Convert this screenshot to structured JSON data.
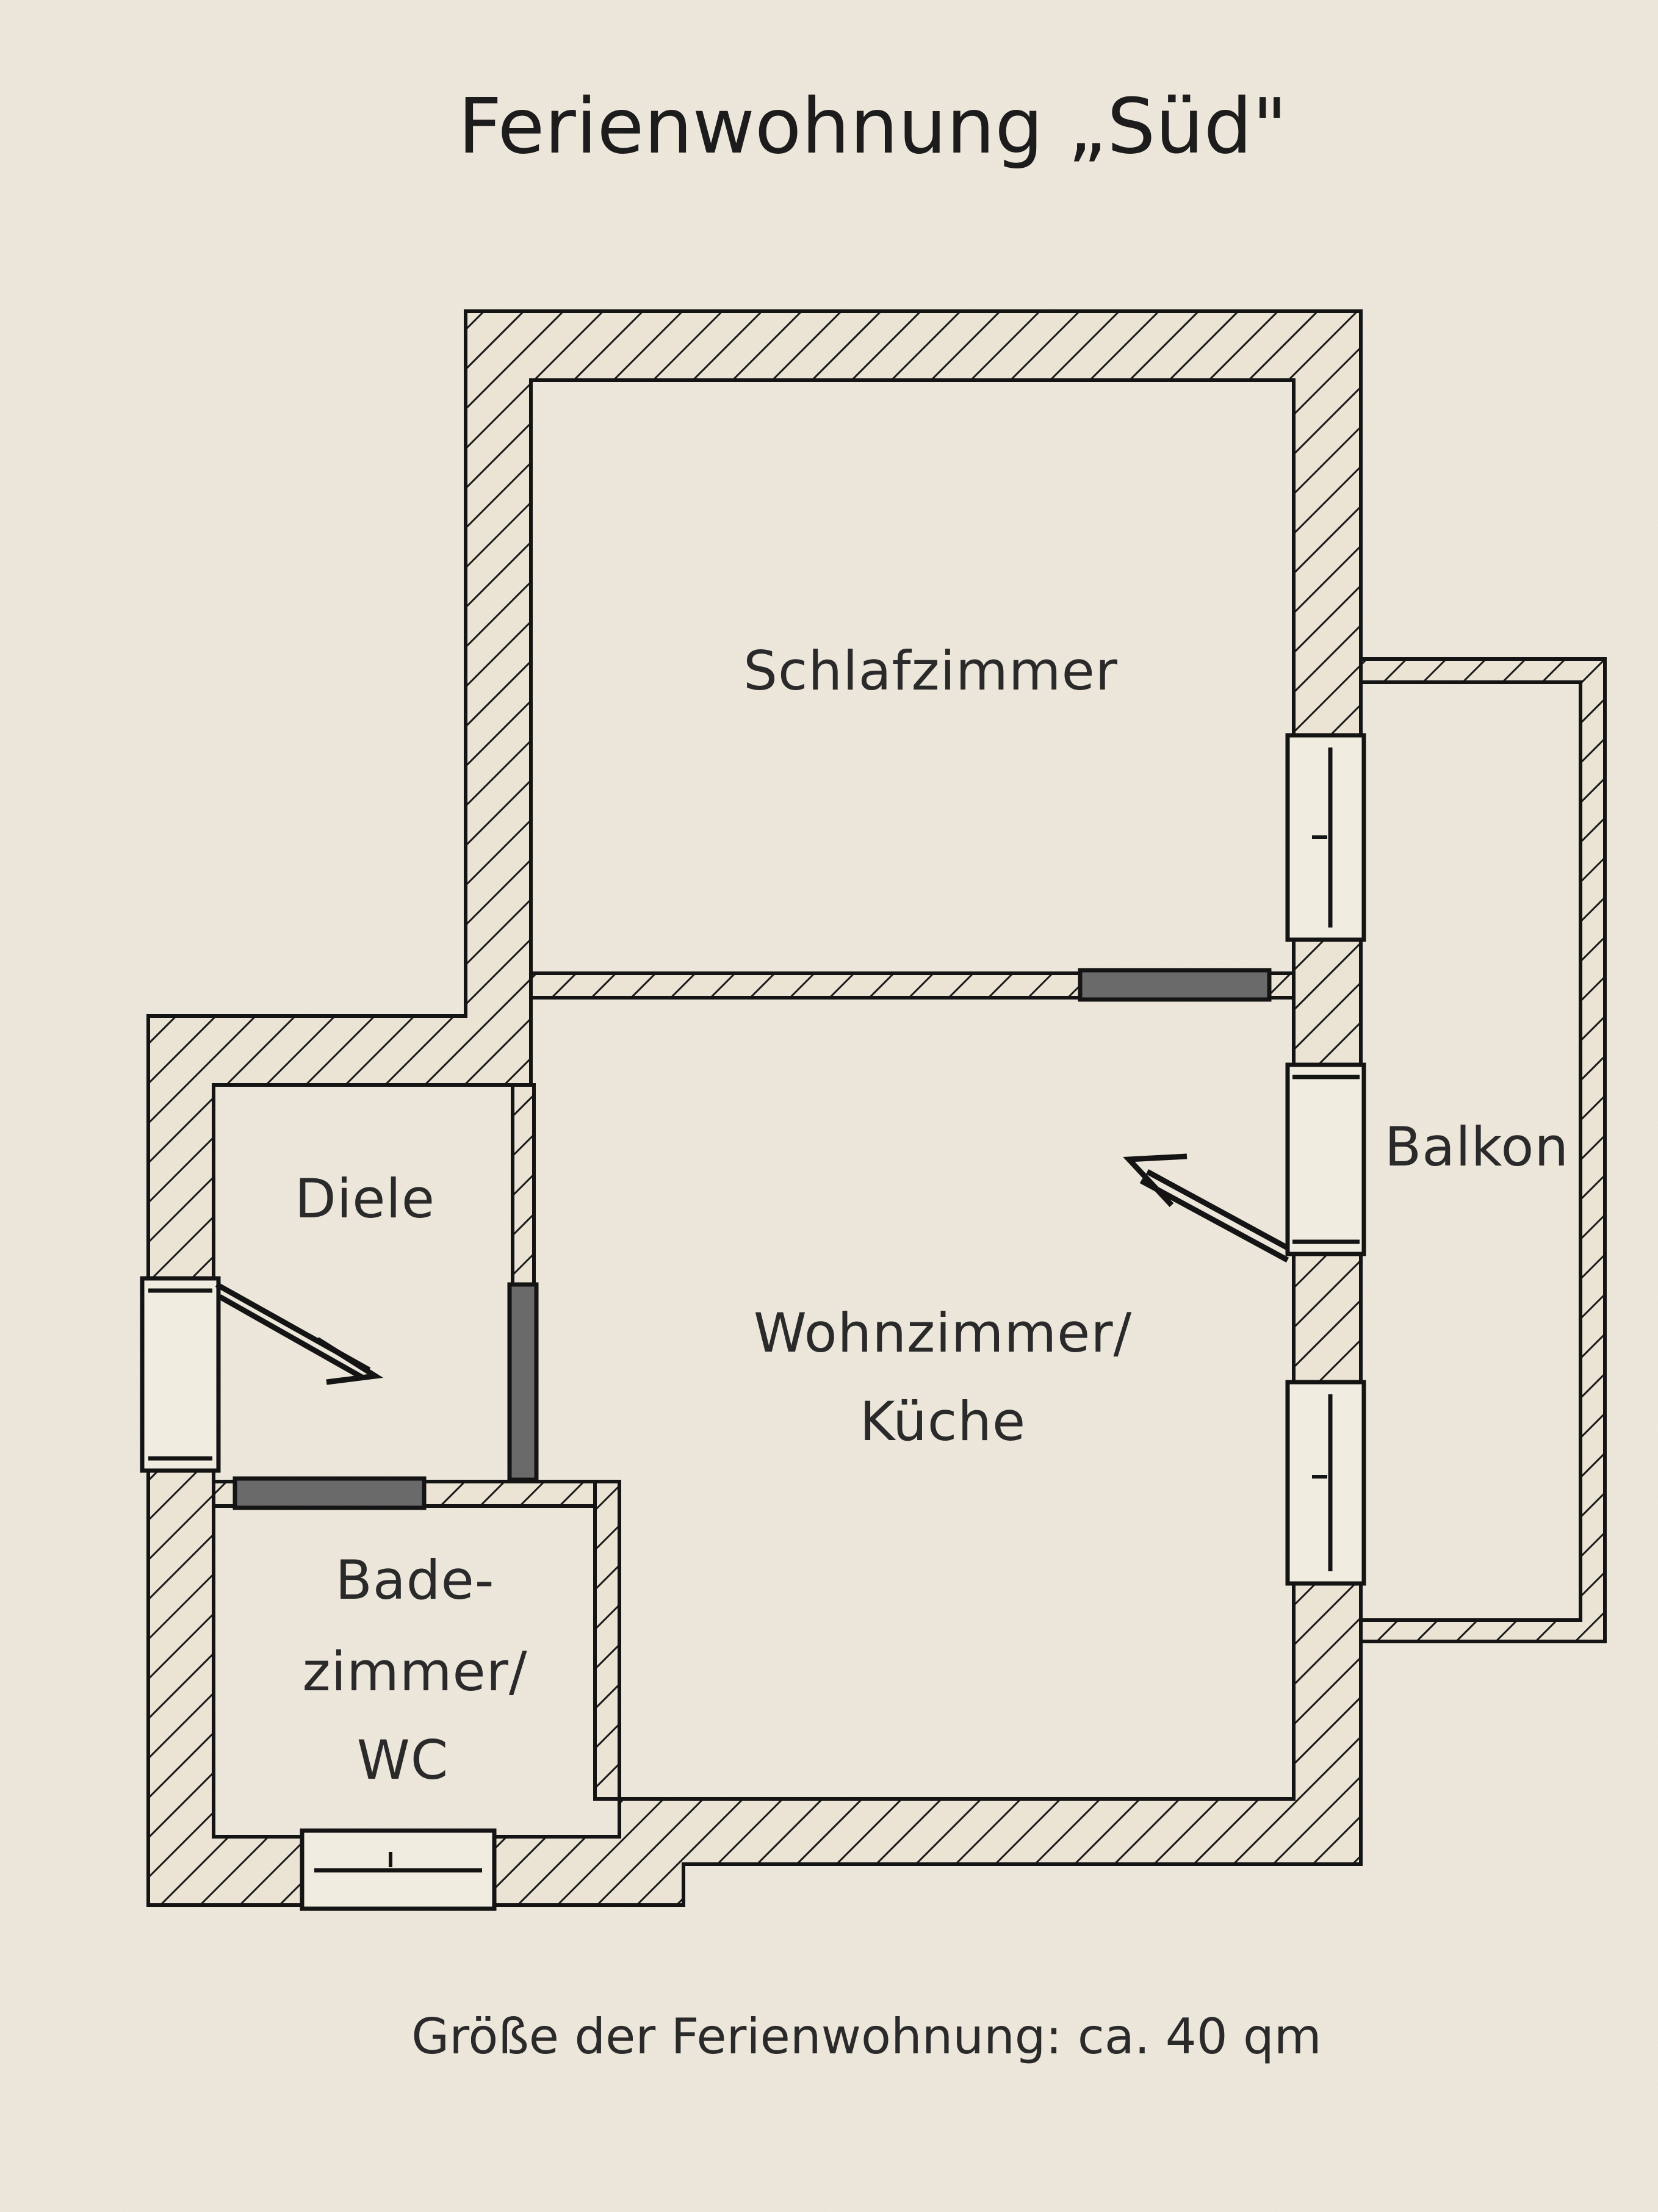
{
  "title": "Ferienwohnung „Süd\"",
  "rooms": {
    "schlafzimmer": "Schlafzimmer",
    "balkon": "Balkon",
    "diele": "Diele",
    "wohnzimmer_line1": "Wohnzimmer/",
    "wohnzimmer_line2": "Küche",
    "bad_line1": "Bade-",
    "bad_line2": "zimmer/",
    "bad_line3": "WC"
  },
  "caption": "Größe der Ferienwohnung: ca. 40 qm",
  "colors": {
    "background": "#efe9dc",
    "ink": "#141414"
  },
  "icons": [
    "entrance-arrow-icon",
    "balcony-door-arrow-icon",
    "window-icon",
    "door-icon"
  ]
}
